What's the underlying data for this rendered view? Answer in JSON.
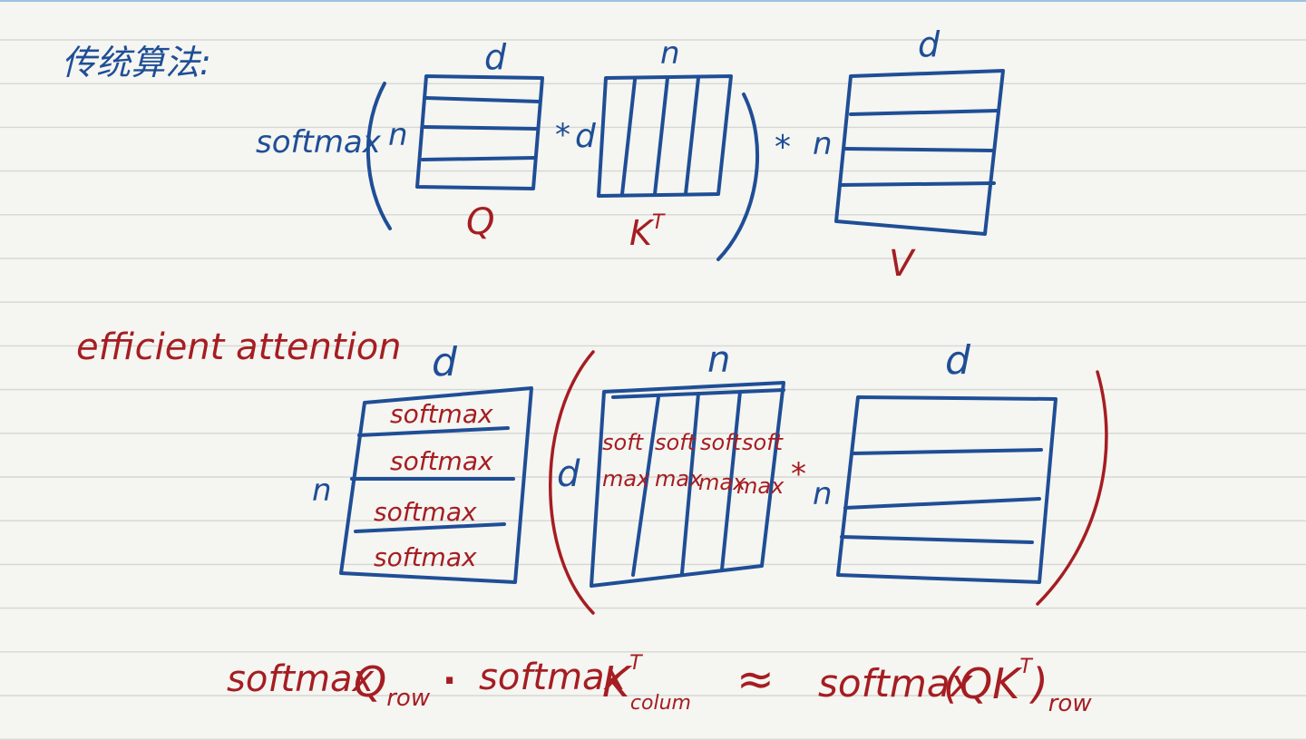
{
  "colors": {
    "paper": "#f5f5f1",
    "ink_blue": "#1f4e96",
    "ink_red": "#a51d22",
    "ruled_line": "#d6d6d4"
  },
  "traditional": {
    "heading": "传统算法:",
    "softmax": "softmax",
    "q": {
      "dim_top": "d",
      "dim_left": "n",
      "label": "Q"
    },
    "mul1": "*",
    "kt": {
      "dim_top": "n",
      "dim_left": "d",
      "label": "K",
      "sup": "T"
    },
    "mul2": "*",
    "v": {
      "dim_top": "d",
      "dim_left": "n",
      "label": "V"
    }
  },
  "efficient": {
    "heading": "efficient attention",
    "q": {
      "dim_top": "d",
      "dim_left": "n",
      "rows": [
        "softmax",
        "softmax",
        "softmax",
        "softmax"
      ]
    },
    "kt": {
      "dim_top": "n",
      "dim_left": "d",
      "cols": [
        [
          "soft",
          "max"
        ],
        [
          "soft",
          "max"
        ],
        [
          "soft",
          "max"
        ],
        [
          "soft",
          "max"
        ]
      ]
    },
    "mul": "*",
    "v": {
      "dim_top": "d",
      "dim_left": "n"
    }
  },
  "formula": {
    "lhs1": "softmax",
    "q": "Q",
    "q_sub": "row",
    "dot": "·",
    "lhs2": "softmax",
    "k": "K",
    "k_sup": "T",
    "k_sub": "colum",
    "approx": "≈",
    "rhs": "softmax",
    "rhs_expr": "(QK",
    "rhs_sup": "T",
    "rhs_close": ")",
    "rhs_sub": "row"
  }
}
